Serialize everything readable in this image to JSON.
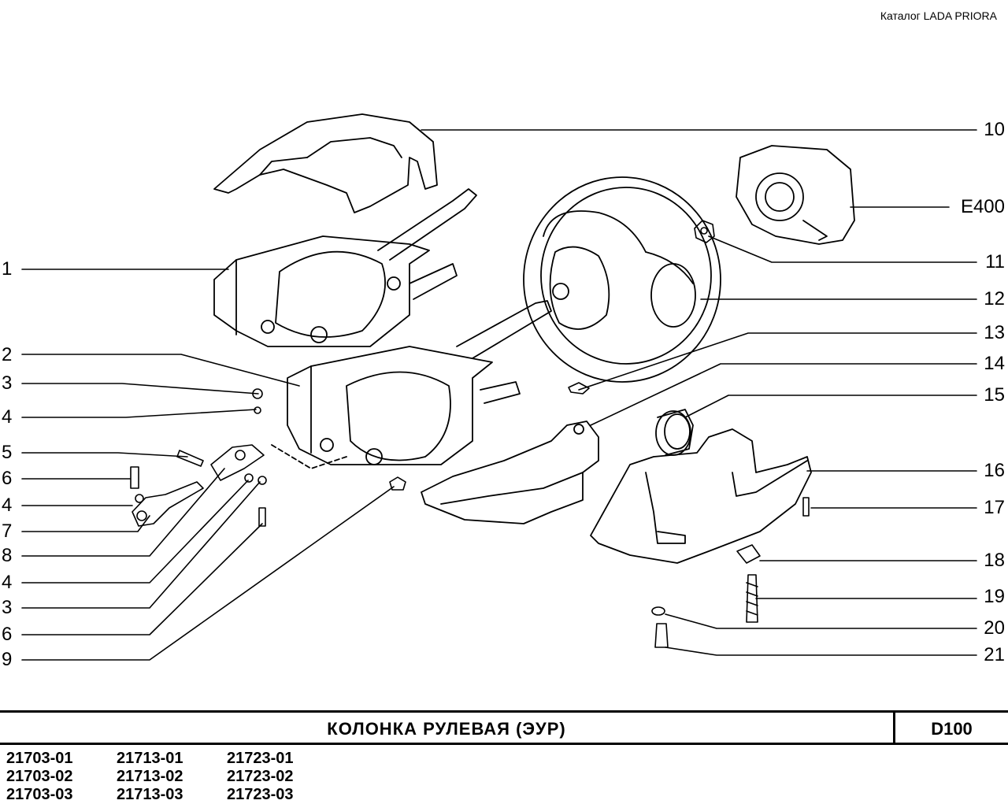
{
  "header": {
    "catalog": "Каталог  LADA  PRIORA"
  },
  "callouts": {
    "left": [
      "1",
      "2",
      "3",
      "4",
      "5",
      "6",
      "4",
      "7",
      "8",
      "4",
      "3",
      "6",
      "9"
    ],
    "right": [
      "10",
      "E400",
      "11",
      "12",
      "13",
      "14",
      "15",
      "16",
      "17",
      "18",
      "19",
      "20",
      "21"
    ]
  },
  "footer": {
    "title": "КОЛОНКА  РУЛЕВАЯ  (ЭУР)",
    "code": "D100",
    "models": [
      "21703-01",
      "21713-01",
      "21723-01",
      "21703-02",
      "21713-02",
      "21723-02",
      "21703-03",
      "21713-03",
      "21723-03"
    ]
  },
  "colors": {
    "ink": "#000000",
    "paper": "#ffffff"
  }
}
